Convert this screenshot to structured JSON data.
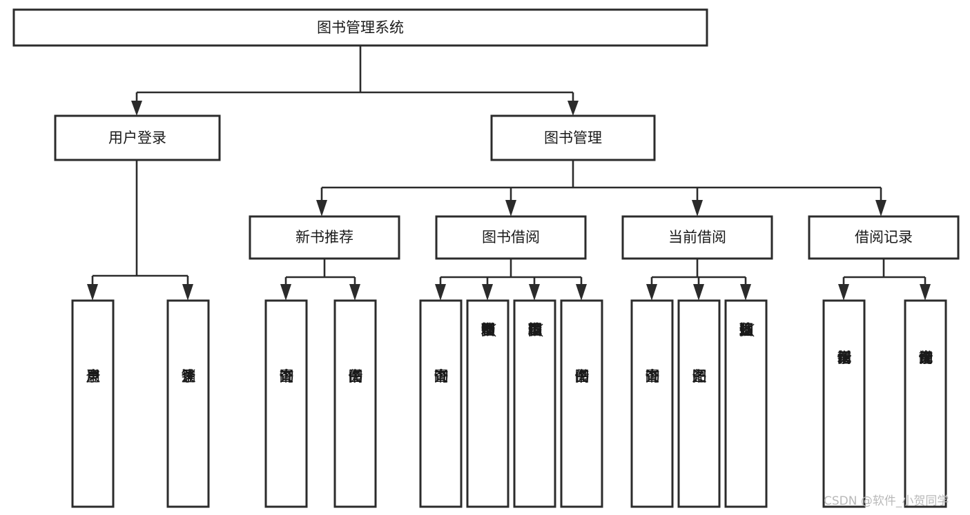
{
  "diagram": {
    "type": "tree",
    "title": "图书管理系统",
    "watermark": "CSDN @软件_小贺同学",
    "colors": {
      "box_stroke": "#2b2b2b",
      "box_fill": "#ffffff",
      "text": "#1a1a1a",
      "connector": "#2b2b2b",
      "watermark": "#b9b9b9",
      "background": "#ffffff"
    },
    "nodes": {
      "root": {
        "label": "图书管理系统"
      },
      "level2": [
        {
          "label": "用户登录"
        },
        {
          "label": "图书管理"
        }
      ],
      "level3": [
        {
          "label": "新书推荐"
        },
        {
          "label": "图书借阅"
        },
        {
          "label": "当前借阅"
        },
        {
          "label": "借阅记录"
        }
      ],
      "leaves": {
        "user_login": [
          {
            "label": "用户登录"
          },
          {
            "label": "注销登录"
          }
        ],
        "new_book_recommend": [
          {
            "label": "查询图书"
          },
          {
            "label": "借阅图书"
          }
        ],
        "book_borrow": [
          {
            "label": "查询图书"
          },
          {
            "label": "新增图书（管理员）"
          },
          {
            "label": "编辑图书（管理员）"
          },
          {
            "label": "借阅图书"
          }
        ],
        "current_borrow": [
          {
            "label": "查询图书"
          },
          {
            "label": "归还图书"
          },
          {
            "label": "确认归还（管理员）"
          }
        ],
        "borrow_record": [
          {
            "label": "新增借阅记录"
          },
          {
            "label": "查询借阅记录"
          }
        ]
      }
    }
  }
}
